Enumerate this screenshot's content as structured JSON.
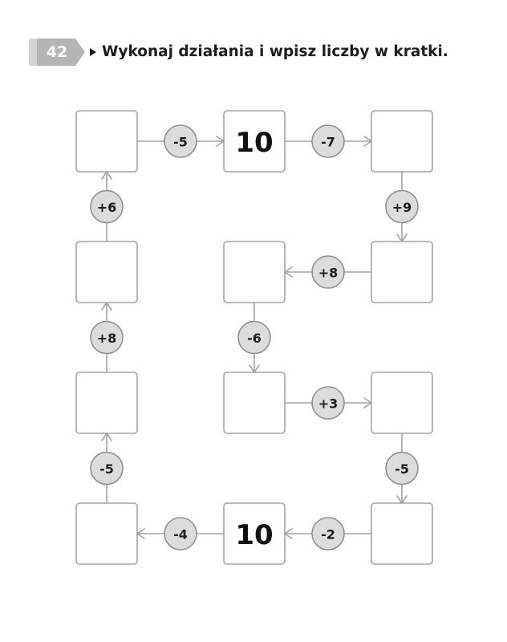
{
  "header": {
    "exercise_number": "42",
    "instruction": "Wykonaj działania i wpisz liczby w kratki."
  },
  "colors": {
    "badge": "#b5b5b5",
    "box_border": "#a3a3a3",
    "operator_fill": "#dcdcdc"
  },
  "puzzle": {
    "boxes": [
      {
        "id": "b00",
        "value": ""
      },
      {
        "id": "b01",
        "value": "10"
      },
      {
        "id": "b02",
        "value": ""
      },
      {
        "id": "b10",
        "value": ""
      },
      {
        "id": "b11",
        "value": ""
      },
      {
        "id": "b12",
        "value": ""
      },
      {
        "id": "b20",
        "value": ""
      },
      {
        "id": "b21",
        "value": ""
      },
      {
        "id": "b22",
        "value": ""
      },
      {
        "id": "b30",
        "value": ""
      },
      {
        "id": "b31",
        "value": "10"
      },
      {
        "id": "b32",
        "value": ""
      }
    ],
    "operations": [
      {
        "from": "b00",
        "to": "b01",
        "label": "-5"
      },
      {
        "from": "b01",
        "to": "b02",
        "label": "-7"
      },
      {
        "from": "b02",
        "to": "b12",
        "label": "+9"
      },
      {
        "from": "b12",
        "to": "b11",
        "label": "+8"
      },
      {
        "from": "b11",
        "to": "b21",
        "label": "-6"
      },
      {
        "from": "b21",
        "to": "b22",
        "label": "+3"
      },
      {
        "from": "b22",
        "to": "b32",
        "label": "-5"
      },
      {
        "from": "b32",
        "to": "b31",
        "label": "-2"
      },
      {
        "from": "b31",
        "to": "b30",
        "label": "-4"
      },
      {
        "from": "b30",
        "to": "b20",
        "label": "-5"
      },
      {
        "from": "b20",
        "to": "b10",
        "label": "+8"
      },
      {
        "from": "b10",
        "to": "b00",
        "label": "+6"
      }
    ]
  }
}
